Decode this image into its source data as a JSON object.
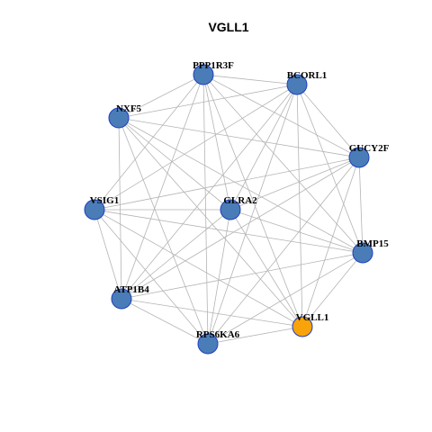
{
  "title": "VGLL1",
  "colors": {
    "node_default": "#4a7db8",
    "node_highlight": "#f8a20c",
    "node_border": "#1f3fbf",
    "edge": "#b4b4b4"
  },
  "nodes": [
    {
      "id": "PPP1R3F",
      "label": "PPP1R3F",
      "highlight": false
    },
    {
      "id": "BCORL1",
      "label": "BCORL1",
      "highlight": false
    },
    {
      "id": "NXF5",
      "label": "NXF5",
      "highlight": false
    },
    {
      "id": "GUCY2F",
      "label": "GUCY2F",
      "highlight": false
    },
    {
      "id": "VSIG1",
      "label": "VSIG1",
      "highlight": false
    },
    {
      "id": "GLRA2",
      "label": "GLRA2",
      "highlight": false
    },
    {
      "id": "BMP15",
      "label": "BMP15",
      "highlight": false
    },
    {
      "id": "ATP1B4",
      "label": "ATP1B4",
      "highlight": false
    },
    {
      "id": "VGLL1",
      "label": "VGLL1",
      "highlight": true
    },
    {
      "id": "RPS6KA6",
      "label": "RPS6KA6",
      "highlight": false
    }
  ],
  "edges": [
    [
      "PPP1R3F",
      "BCORL1"
    ],
    [
      "PPP1R3F",
      "NXF5"
    ],
    [
      "PPP1R3F",
      "GUCY2F"
    ],
    [
      "PPP1R3F",
      "VSIG1"
    ],
    [
      "PPP1R3F",
      "GLRA2"
    ],
    [
      "PPP1R3F",
      "BMP15"
    ],
    [
      "PPP1R3F",
      "ATP1B4"
    ],
    [
      "PPP1R3F",
      "VGLL1"
    ],
    [
      "PPP1R3F",
      "RPS6KA6"
    ],
    [
      "BCORL1",
      "NXF5"
    ],
    [
      "BCORL1",
      "GUCY2F"
    ],
    [
      "BCORL1",
      "VSIG1"
    ],
    [
      "BCORL1",
      "GLRA2"
    ],
    [
      "BCORL1",
      "BMP15"
    ],
    [
      "BCORL1",
      "ATP1B4"
    ],
    [
      "BCORL1",
      "VGLL1"
    ],
    [
      "BCORL1",
      "RPS6KA6"
    ],
    [
      "NXF5",
      "GUCY2F"
    ],
    [
      "NXF5",
      "GLRA2"
    ],
    [
      "NXF5",
      "BMP15"
    ],
    [
      "NXF5",
      "ATP1B4"
    ],
    [
      "NXF5",
      "VGLL1"
    ],
    [
      "NXF5",
      "RPS6KA6"
    ],
    [
      "GUCY2F",
      "VSIG1"
    ],
    [
      "GUCY2F",
      "GLRA2"
    ],
    [
      "GUCY2F",
      "BMP15"
    ],
    [
      "GUCY2F",
      "ATP1B4"
    ],
    [
      "GUCY2F",
      "VGLL1"
    ],
    [
      "GUCY2F",
      "RPS6KA6"
    ],
    [
      "VSIG1",
      "GLRA2"
    ],
    [
      "VSIG1",
      "BMP15"
    ],
    [
      "VSIG1",
      "ATP1B4"
    ],
    [
      "VSIG1",
      "VGLL1"
    ],
    [
      "VSIG1",
      "RPS6KA6"
    ],
    [
      "GLRA2",
      "BMP15"
    ],
    [
      "GLRA2",
      "ATP1B4"
    ],
    [
      "GLRA2",
      "VGLL1"
    ],
    [
      "GLRA2",
      "RPS6KA6"
    ],
    [
      "BMP15",
      "ATP1B4"
    ],
    [
      "BMP15",
      "VGLL1"
    ],
    [
      "BMP15",
      "RPS6KA6"
    ],
    [
      "ATP1B4",
      "VGLL1"
    ],
    [
      "ATP1B4",
      "RPS6KA6"
    ],
    [
      "VGLL1",
      "RPS6KA6"
    ]
  ]
}
